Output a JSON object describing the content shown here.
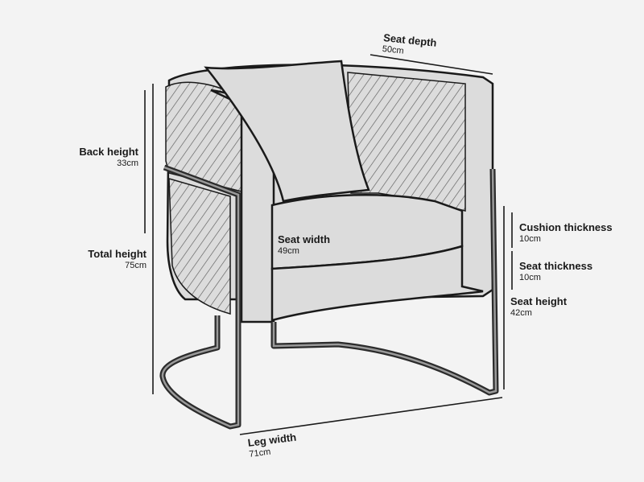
{
  "colors": {
    "background": "#f3f3f3",
    "upholstery": "#dcdcdc",
    "outline": "#1a1a1a",
    "frame": "#2b2b2b"
  },
  "dimensions": {
    "back_height": {
      "label": "Back height",
      "value": "33cm"
    },
    "total_height": {
      "label": "Total height",
      "value": "75cm"
    },
    "seat_depth": {
      "label": "Seat depth",
      "value": "50cm"
    },
    "seat_width": {
      "label": "Seat width",
      "value": "49cm"
    },
    "cushion_thickness": {
      "label": "Cushion thickness",
      "value": "10cm"
    },
    "seat_thickness": {
      "label": "Seat thickness",
      "value": "10cm"
    },
    "seat_height": {
      "label": "Seat height",
      "value": "42cm"
    },
    "leg_width": {
      "label": "Leg width",
      "value": "71cm"
    }
  }
}
